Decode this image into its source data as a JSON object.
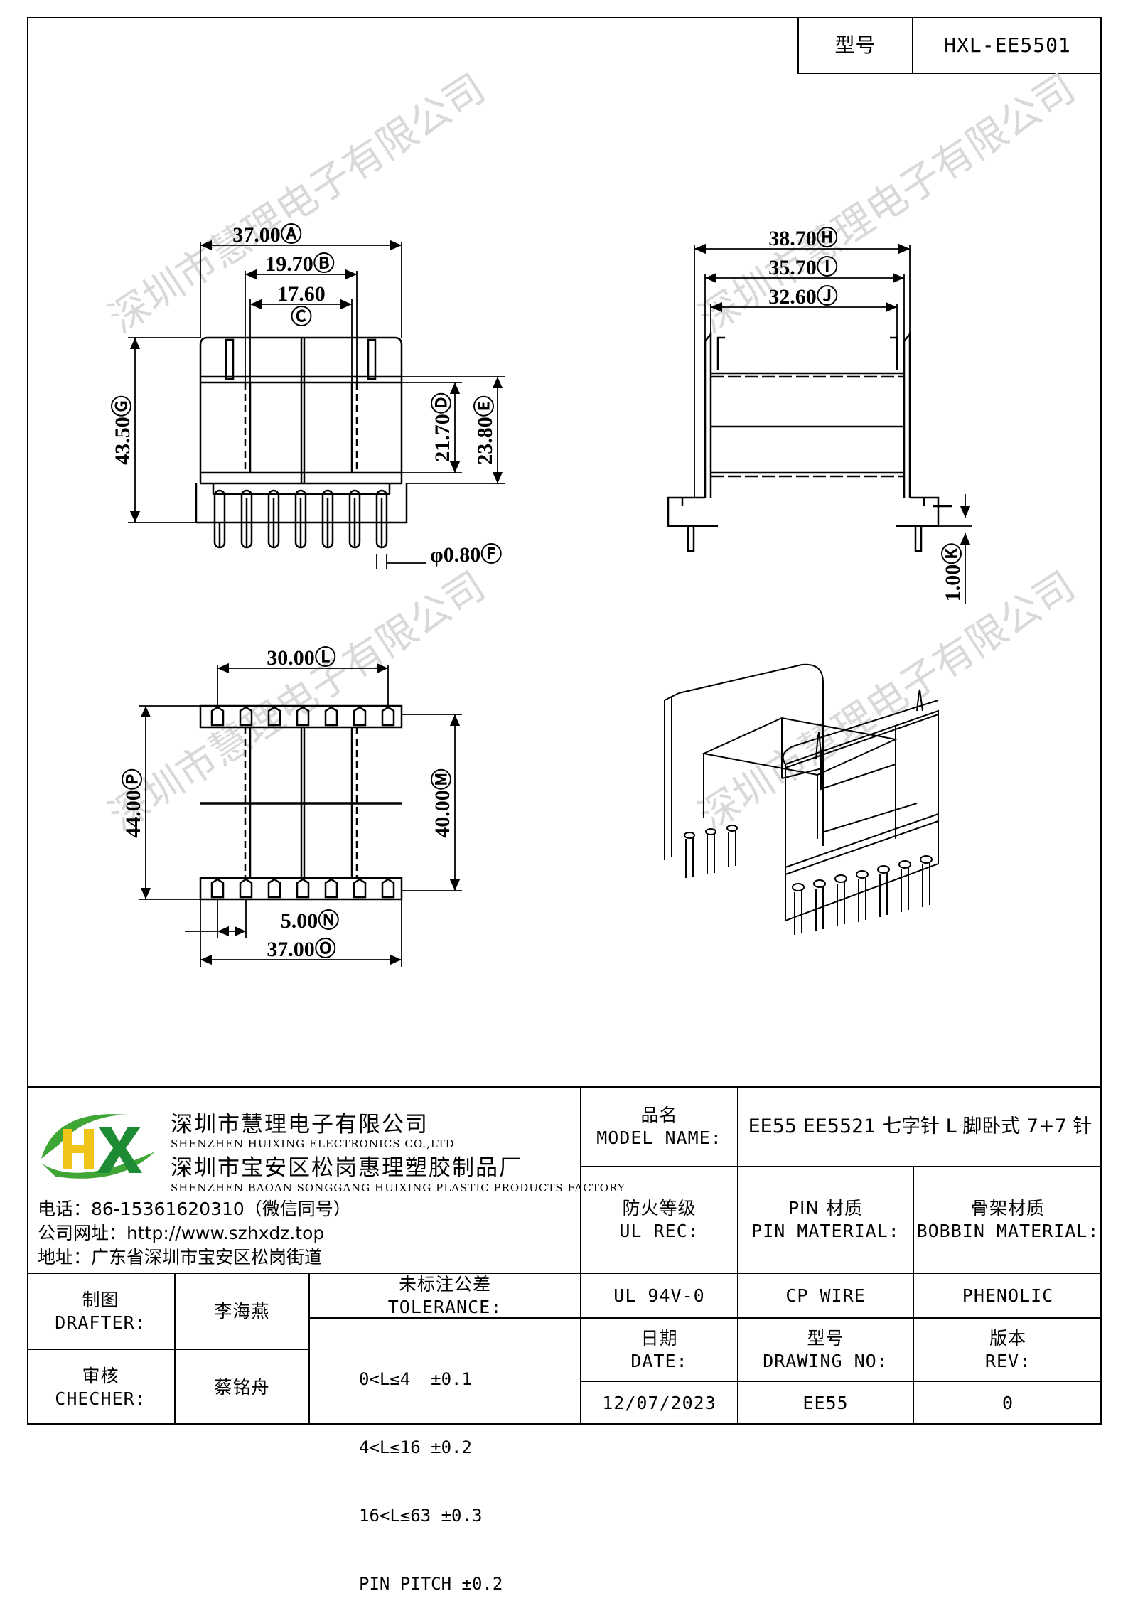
{
  "header": {
    "model_label": "型号",
    "model_value": "HXL-EE5501"
  },
  "drawing": {
    "dims": {
      "A": "37.00Ⓐ",
      "B": "19.70Ⓑ",
      "C_value": "17.60",
      "C_mark": "Ⓒ",
      "D": "21.70Ⓓ",
      "E": "23.80Ⓔ",
      "F": "φ0.80Ⓕ",
      "G": "43.50Ⓖ",
      "H": "38.70Ⓗ",
      "I": "35.70Ⓘ",
      "J": "32.60Ⓙ",
      "K": "1.00Ⓚ",
      "L": "30.00Ⓛ",
      "M": "40.00Ⓜ",
      "N": "5.00Ⓝ",
      "O": "37.00Ⓞ",
      "P": "44.00Ⓟ"
    },
    "watermark": "深圳市慧理电子有限公司"
  },
  "company": {
    "logo_letters": "HX",
    "name_cn": "深圳市慧理电子有限公司",
    "name_en": "SHENZHEN HUIXING ELECTRONICS CO.,LTD",
    "factory_cn": "深圳市宝安区松岗惠理塑胶制品厂",
    "factory_en": "SHENZHEN BAOAN SONGGANG HUIXING PLASTIC PRODUCTS FACTORY",
    "phone": "电话：86-15361620310（微信同号）",
    "website": "公司网址：http://www.szhxdz.top",
    "address": "地址：广东省深圳市宝安区松岗街道"
  },
  "titleblock": {
    "model_name_cn": "品名",
    "model_name_en": "MODEL NAME:",
    "model_name_value": "EE55 EE5521 七字针 L 脚卧式 7+7 针",
    "ul_cn": "防火等级",
    "ul_en": "UL REC:",
    "pin_cn": "PIN 材质",
    "pin_en": "PIN MATERIAL:",
    "bobbin_cn": "骨架材质",
    "bobbin_en": "BOBBIN MATERIAL:",
    "ul_value": "UL 94V-0",
    "pin_value": "CP WIRE",
    "bobbin_value": "PHENOLIC",
    "date_cn": "日期",
    "date_en": "DATE:",
    "drawing_no_cn": "型号",
    "drawing_no_en": "DRAWING NO:",
    "rev_cn": "版本",
    "rev_en": "REV:",
    "date_value": "12/07/2023",
    "drawing_no_value": "EE55",
    "rev_value": "0",
    "drafter_cn": "制图",
    "drafter_en": "DRAFTER:",
    "drafter_value": "李海燕",
    "checker_cn": "审核",
    "checker_en": "CHECHER:",
    "checker_value": "蔡铭舟",
    "tolerance_cn": "未标注公差",
    "tolerance_en": "TOLERANCE:",
    "tolerance_lines": [
      "0<L≤4  ±0.1",
      "4<L≤16 ±0.2",
      "16<L≤63 ±0.3",
      "PIN PITCH ±0.2"
    ]
  }
}
